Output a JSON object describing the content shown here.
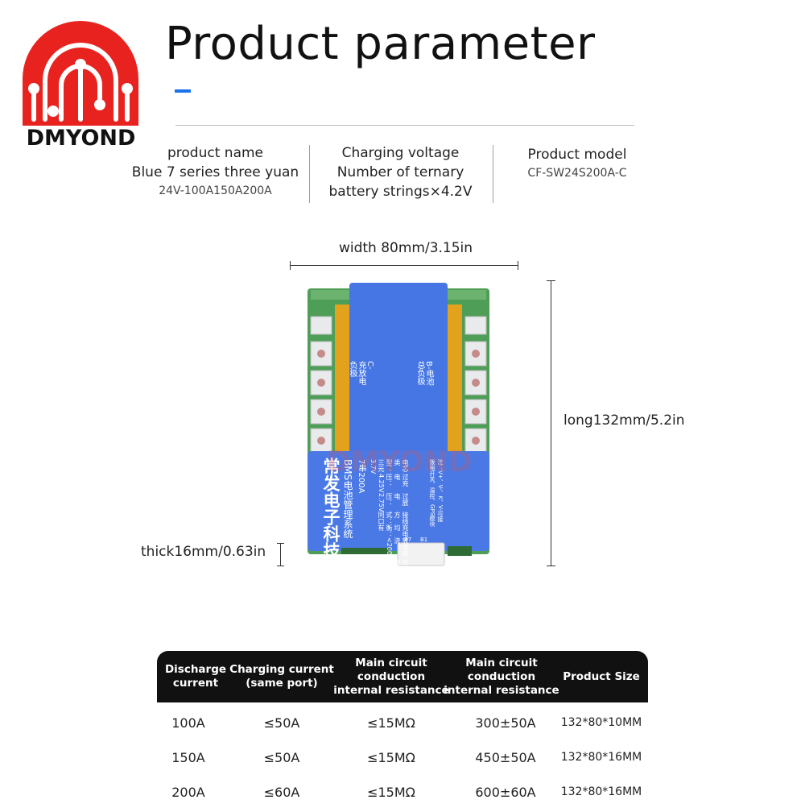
{
  "brand": {
    "name": "DMYOND",
    "color": "#e8231f"
  },
  "title": "Product parameter",
  "accent_color": "#1a73e8",
  "info": [
    {
      "line1": "product name",
      "line2": "Blue 7 series three yuan",
      "line3": "24V-100A150A200A"
    },
    {
      "line1": "Charging voltage",
      "line2": "Number of ternary",
      "line3": "battery strings×4.2V"
    },
    {
      "line1": "Product model",
      "line2": "CF-SW24S200A-C"
    }
  ],
  "dimensions": {
    "width": "width 80mm/3.15in",
    "long": "long132mm/5.2in",
    "thick": "thick16mm/0.63in"
  },
  "board": {
    "watermark": "DMYOND",
    "left_panel": "C-\n充放电\n负极",
    "right_panel": "B-电池\n总负极",
    "title": "常发电子科技",
    "subtitle": "BMS电池管理系统",
    "model": "7串200A",
    "spec_lines": [
      "电芯类型：三元3.7V",
      "过充电压：4.25V",
      "过放电压：2.75V",
      "接线方式：同口",
      "充电均衡：有",
      "放电电流<200A",
      "充电电流<60A"
    ],
    "note": "注：V+、V-、K、V-可接\n拨电开关、温控、GPS模块",
    "connector_labels": [
      "B7",
      "B1"
    ]
  },
  "table": {
    "headers": [
      "Discharge\ncurrent",
      "Charging current\n(same port)",
      "Main circuit\nconduction\ninternal resistance",
      "Main circuit\nconduction\ninternal resistance",
      "Product Size"
    ],
    "rows": [
      [
        "100A",
        "≤50A",
        "≤15MΩ",
        "300±50A",
        "132*80*10MM"
      ],
      [
        "150A",
        "≤50A",
        "≤15MΩ",
        "450±50A",
        "132*80*16MM"
      ],
      [
        "200A",
        "≤60A",
        "≤15MΩ",
        "600±60A",
        "132*80*16MM"
      ]
    ]
  }
}
